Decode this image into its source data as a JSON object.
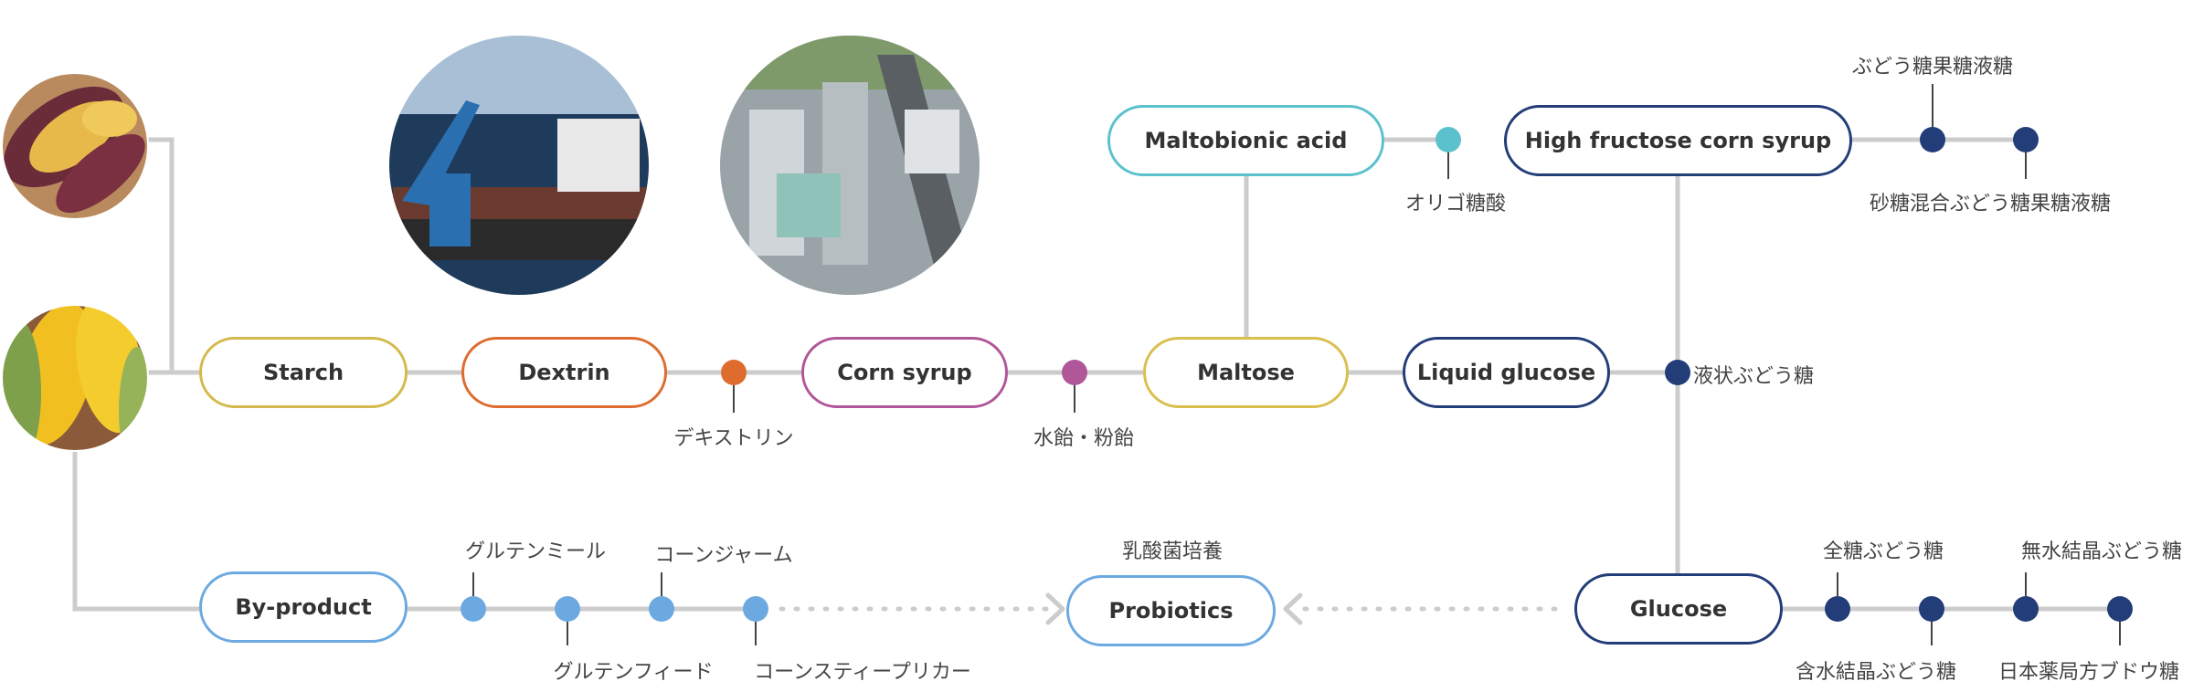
{
  "colors": {
    "line": "#cccccc",
    "starch": "#d4ba4c",
    "dextrin": "#dd6c2e",
    "corn_syrup": "#b0579a",
    "maltose": "#d9bf4e",
    "maltobionic": "#5bc1cd",
    "navy": "#233d78",
    "byproduct": "#6ba9e0"
  },
  "nodes": {
    "starch": "Starch",
    "dextrin": "Dextrin",
    "corn_syrup": "Corn syrup",
    "maltose": "Maltose",
    "maltobionic_acid": "Maltobionic acid",
    "liquid_glucose": "Liquid glucose",
    "hfcs": "High fructose corn syrup",
    "glucose": "Glucose",
    "by_product": "By-product",
    "probiotics": "Probiotics"
  },
  "labels": {
    "dextrin_jp": "デキストリン",
    "syrup_jp": "水飴・粉飴",
    "oligo_jp": "オリゴ糖酸",
    "liquid_glucose_jp": "液状ぶどう糖",
    "hfcs_top_jp": "ぶどう糖果糖液糖",
    "hfcs_bottom_jp": "砂糖混合ぶどう糖果糖液糖",
    "gluten_meal": "グルテンミール",
    "gluten_feed": "グルテンフィード",
    "corn_germ": "コーンジャーム",
    "corn_steep": "コーンスティープリカー",
    "probiotics_jp": "乳酸菌培養",
    "glucose_1": "全糖ぶどう糖",
    "glucose_2": "含水結晶ぶどう糖",
    "glucose_3": "無水結晶ぶどう糖",
    "glucose_4": "日本薬局方ブドウ糖"
  },
  "images": [
    "sweet-potato-photo",
    "corn-photo",
    "port-ship-photo",
    "factory-photo"
  ]
}
